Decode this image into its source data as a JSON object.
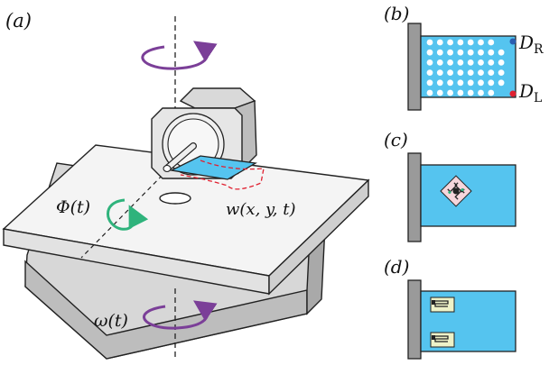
{
  "panels": {
    "a": {
      "label": "(a)"
    },
    "b": {
      "label": "(b)"
    },
    "c": {
      "label": "(c)"
    },
    "d": {
      "label": "(d)"
    }
  },
  "annotations": {
    "phi": {
      "main": "Φ(t)"
    },
    "w": {
      "main": "w(x, y, t)"
    },
    "omega": {
      "main": "ω(t)"
    },
    "dR": {
      "main": "D",
      "sub": "R"
    },
    "dL": {
      "main": "D",
      "sub": "L"
    }
  },
  "colors": {
    "beam": "#55c4ef",
    "purple_arrow": "#7b3f98",
    "green_arrow": "#2fb37c",
    "red_label": "#e02030",
    "blue_label": "#2a5db0",
    "plate": "#f2f2f2",
    "plate_shadow": "#d0d0d0",
    "motor": "#e0e0e0",
    "clamp": "#9a9a9a"
  },
  "icons": {
    "rotation_top": "circular-arrow-icon",
    "rotation_bottom": "circular-arrow-icon",
    "rotation_phi": "circular-arrow-icon"
  }
}
